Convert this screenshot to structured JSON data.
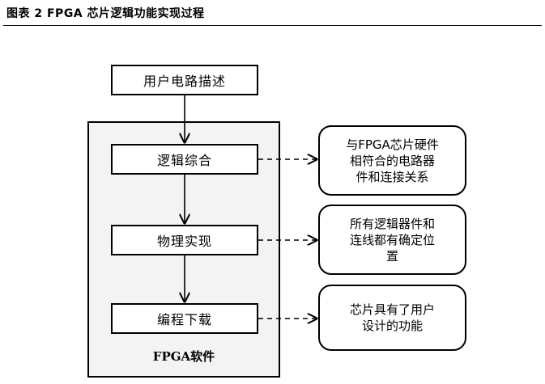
{
  "caption": "图表 2   FPGA 芯片逻辑功能实现过程",
  "flow": {
    "start": "用户电路描述",
    "steps": [
      "逻辑综合",
      "物理实现",
      "编程下载"
    ]
  },
  "software_label": "FPGA软件",
  "notes": [
    "与FPGA芯片硬件\n相符合的电路器\n件和连接关系",
    "所有逻辑器件和\n连线都有确定位\n置",
    "芯片具有了用户\n设计的功能"
  ]
}
